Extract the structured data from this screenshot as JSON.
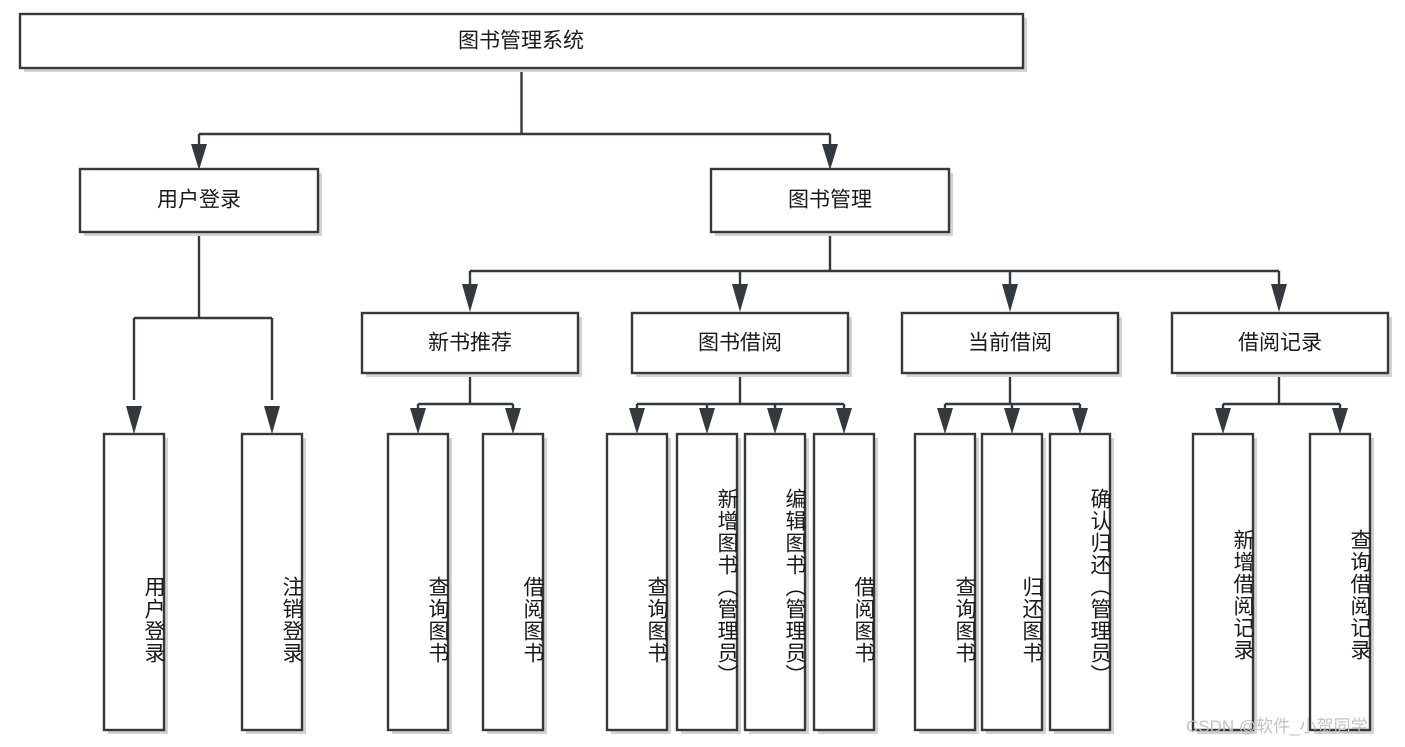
{
  "diagram": {
    "title": "图书管理系统",
    "type": "hierarchy-tree",
    "watermark": "CSDN @软件_小贺同学",
    "colors": {
      "stroke": "#33393d",
      "box_fill": "#ffffff",
      "background": "#ffffff",
      "shadow": "#d3d3d3",
      "text": "#1a1a1a",
      "watermark": "#c3c3c3"
    },
    "levels": {
      "root": {
        "label": "图书管理系统"
      },
      "level2": [
        {
          "label": "用户登录"
        },
        {
          "label": "图书管理"
        }
      ],
      "level3": [
        {
          "label": "新书推荐"
        },
        {
          "label": "图书借阅"
        },
        {
          "label": "当前借阅"
        },
        {
          "label": "借阅记录"
        }
      ],
      "leaves": {
        "user_login": [
          {
            "label": "用户登录"
          },
          {
            "label": "注销登录"
          }
        ],
        "new_book_recommend": [
          {
            "label": "查询图书"
          },
          {
            "label": "借阅图书"
          }
        ],
        "book_borrow": [
          {
            "label": "查询图书"
          },
          {
            "label": "新增图书（管理员）"
          },
          {
            "label": "编辑图书（管理员）"
          },
          {
            "label": "借阅图书"
          }
        ],
        "current_borrow": [
          {
            "label": "查询图书"
          },
          {
            "label": "归还图书"
          },
          {
            "label": "确认归还（管理员）"
          }
        ],
        "borrow_record": [
          {
            "label": "新增借阅记录"
          },
          {
            "label": "查询借阅记录"
          }
        ]
      }
    }
  }
}
